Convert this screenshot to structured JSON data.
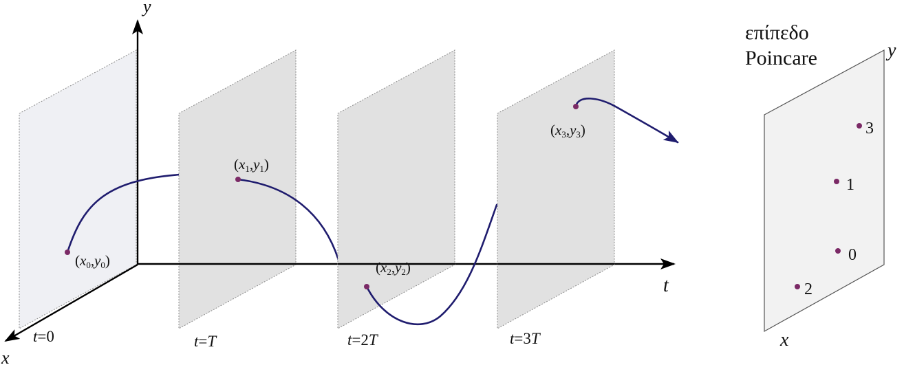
{
  "axes": {
    "y_label": "y",
    "x_label": "x",
    "t_label": "t"
  },
  "sections": [
    {
      "t_prefix": "t",
      "t_value": "=0"
    },
    {
      "t_prefix": "t",
      "t_value": "=",
      "t_sym": "T"
    },
    {
      "t_prefix": "t",
      "t_value": "=2",
      "t_sym": "T"
    },
    {
      "t_prefix": "t",
      "t_value": "=3",
      "t_sym": "T"
    }
  ],
  "points": [
    {
      "x": "x",
      "xs": "0",
      "y": "y",
      "ys": "0"
    },
    {
      "x": "x",
      "xs": "1",
      "y": "y",
      "ys": "1"
    },
    {
      "x": "x",
      "xs": "2",
      "y": "y",
      "ys": "2"
    },
    {
      "x": "x",
      "xs": "3",
      "y": "y",
      "ys": "3"
    }
  ],
  "poincare": {
    "title_line1": "επίπεδο",
    "title_line2": "Poincare",
    "y_label": "y",
    "x_label": "x",
    "point_labels": [
      "3",
      "1",
      "0",
      "2"
    ]
  },
  "colors": {
    "plane_first": "#eff0f4",
    "plane_fill": "#e1e1e1",
    "poincare_fill": "#f2f2f2",
    "curve": "#1f1c6e",
    "dot": "#7b2a66"
  }
}
